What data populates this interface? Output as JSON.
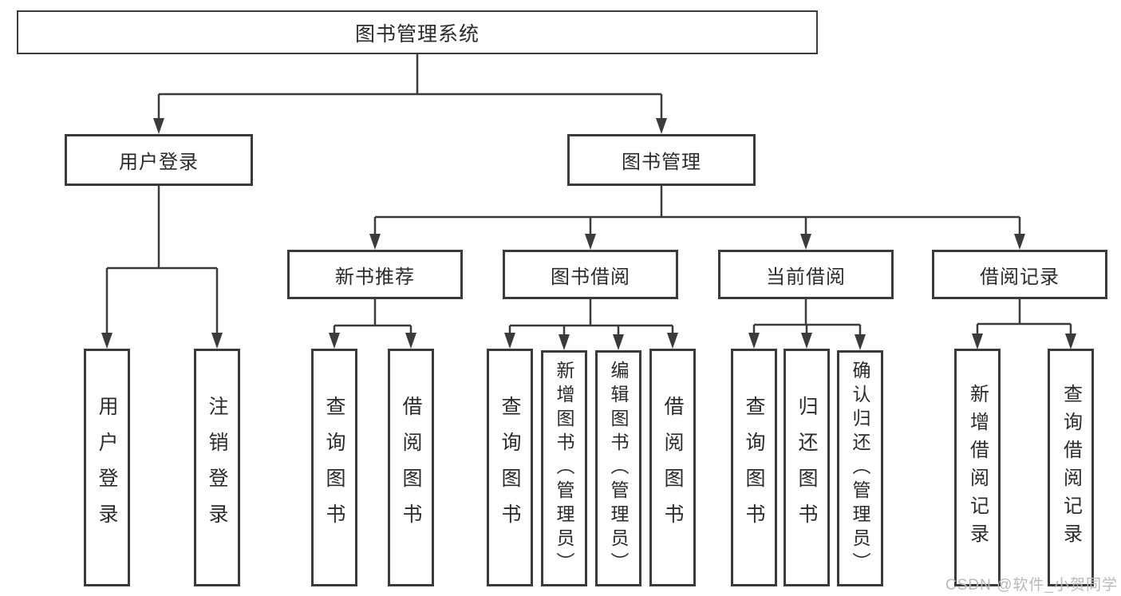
{
  "diagram": {
    "root": {
      "label": "图书管理系统"
    },
    "branches": [
      {
        "label": "用户登录",
        "children": [
          {
            "label": "用户登录"
          },
          {
            "label": "注销登录"
          }
        ]
      },
      {
        "label": "图书管理",
        "children": [
          {
            "label": "新书推荐",
            "children": [
              {
                "label": "查询图书"
              },
              {
                "label": "借阅图书"
              }
            ]
          },
          {
            "label": "图书借阅",
            "children": [
              {
                "label": "查询图书"
              },
              {
                "label": "新增图书（管理员）"
              },
              {
                "label": "编辑图书（管理员）"
              },
              {
                "label": "借阅图书"
              }
            ]
          },
          {
            "label": "当前借阅",
            "children": [
              {
                "label": "查询图书"
              },
              {
                "label": "归还图书"
              },
              {
                "label": "确认归还（管理员）"
              }
            ]
          },
          {
            "label": "借阅记录",
            "children": [
              {
                "label": "新增借阅记录"
              },
              {
                "label": "查询借阅记录"
              }
            ]
          }
        ]
      }
    ]
  },
  "watermark": {
    "text": "CSDN @软件_小贺同学"
  },
  "colors": {
    "line": "#3b3b3b",
    "border": "#3b3b3b",
    "text": "#2b2b2b",
    "watermark": "#b9b9b9",
    "background": "#ffffff"
  }
}
